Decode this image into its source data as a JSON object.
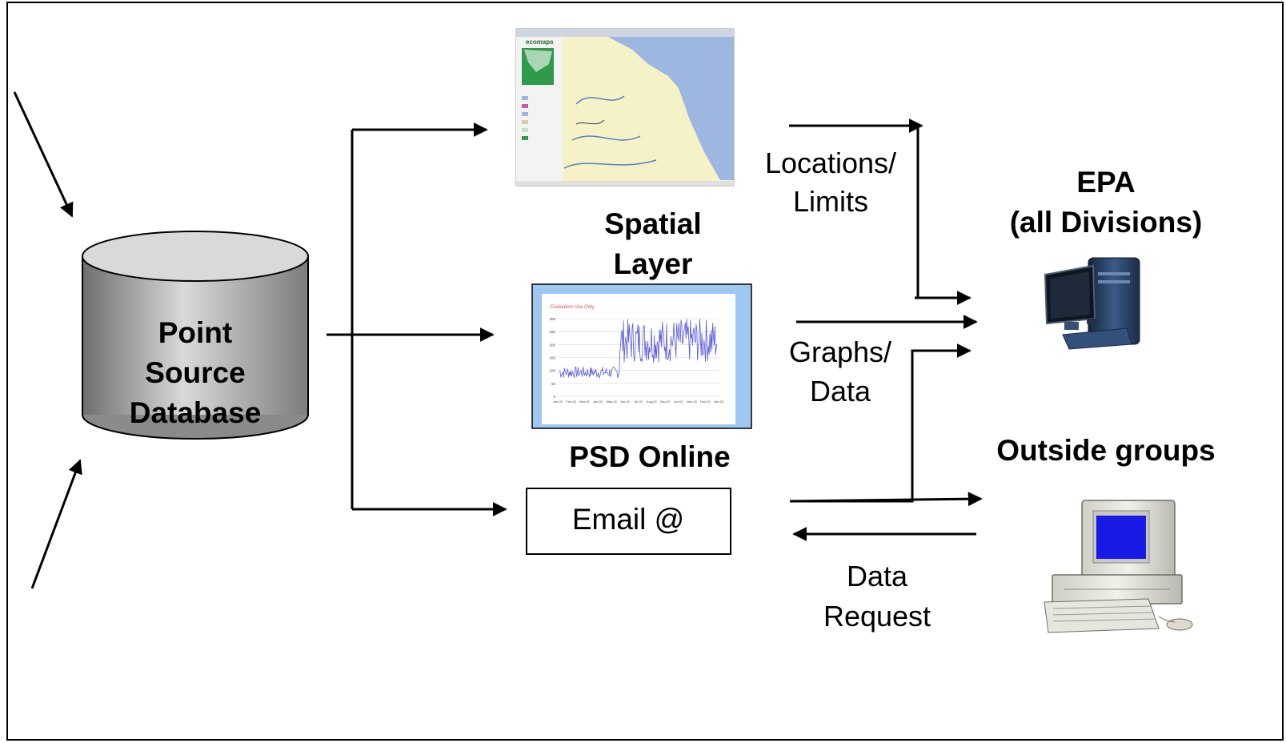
{
  "database": {
    "line1": "Point",
    "line2": "Source",
    "line3": "Database"
  },
  "spatial": {
    "caption_line1": "Spatial",
    "caption_line2": "Layer",
    "map_logo": "ecomaps"
  },
  "psd": {
    "caption": "PSD Online",
    "chart_title": "Evaluation Use Only",
    "y_ticks": [
      "300",
      "250",
      "200",
      "150",
      "100",
      "50",
      "0"
    ],
    "x_ticks": [
      "Jan-02",
      "Feb-02",
      "Mar-02",
      "Apr-02",
      "May-02",
      "Jun-02",
      "Jul-02",
      "Aug-02",
      "Sep-02",
      "Oct-02",
      "Nov-02",
      "Dec-02",
      "Jan-03"
    ]
  },
  "email": {
    "label": "Email @"
  },
  "flows": {
    "locations_line1": "Locations/",
    "locations_line2": "Limits",
    "graphs_line1": "Graphs/",
    "graphs_line2": "Data",
    "request_line1": "Data",
    "request_line2": "Request"
  },
  "epa": {
    "line1": "EPA",
    "line2": "(all Divisions)"
  },
  "outside": {
    "label": "Outside groups"
  },
  "colors": {
    "cylinder_light": "#dcdcdc",
    "cylinder_dark": "#7a7a7a",
    "map_water": "#9db7e0",
    "map_land": "#f5f2c8",
    "chart_frame": "#9ec8f2",
    "chart_line": "#5a5adc",
    "screen_blue": "#1a1ae6"
  }
}
